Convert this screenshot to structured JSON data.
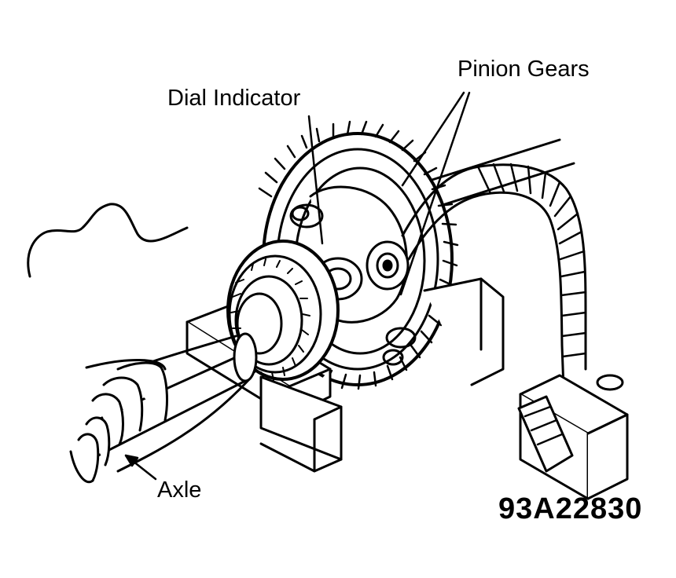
{
  "labels": {
    "pinion_gears": "Pinion Gears",
    "dial_indicator": "Dial Indicator",
    "axle": "Axle",
    "figure_id": "93A22830"
  },
  "colors": {
    "ink": "#000000",
    "paper": "#ffffff"
  }
}
